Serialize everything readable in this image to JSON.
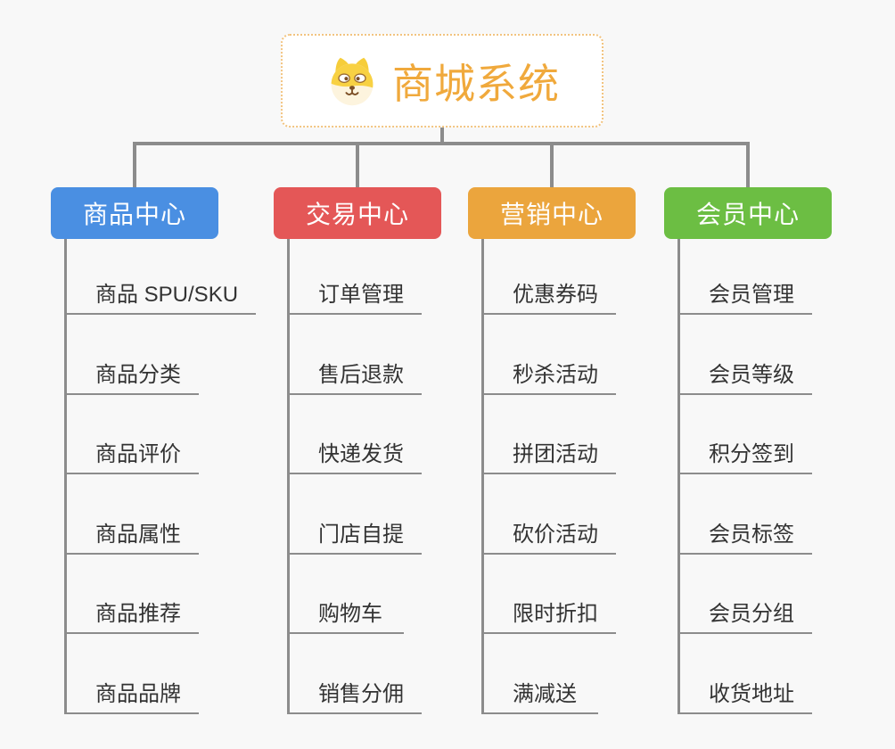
{
  "app": {
    "type": "mindmap-org-chart",
    "background_color": "#f8f8f8",
    "connector_color": "#8c8c8c",
    "item_text_color": "#333333"
  },
  "root": {
    "title": "商城系统",
    "icon": "dog-face-icon",
    "text_color": "#f0a93c",
    "border_color": "#f2c480",
    "fill_color": "#ffffff"
  },
  "branches": [
    {
      "label": "商品中心",
      "color": "#4a8fe2",
      "items": [
        "商品 SPU/SKU",
        "商品分类",
        "商品评价",
        "商品属性",
        "商品推荐",
        "商品品牌"
      ]
    },
    {
      "label": "交易中心",
      "color": "#e45757",
      "items": [
        "订单管理",
        "售后退款",
        "快递发货",
        "门店自提",
        "购物车",
        "销售分佣"
      ]
    },
    {
      "label": "营销中心",
      "color": "#eba53d",
      "items": [
        "优惠券码",
        "秒杀活动",
        "拼团活动",
        "砍价活动",
        "限时折扣",
        "满减送"
      ]
    },
    {
      "label": "会员中心",
      "color": "#6cbe43",
      "items": [
        "会员管理",
        "会员等级",
        "积分签到",
        "会员标签",
        "会员分组",
        "收货地址"
      ]
    }
  ]
}
